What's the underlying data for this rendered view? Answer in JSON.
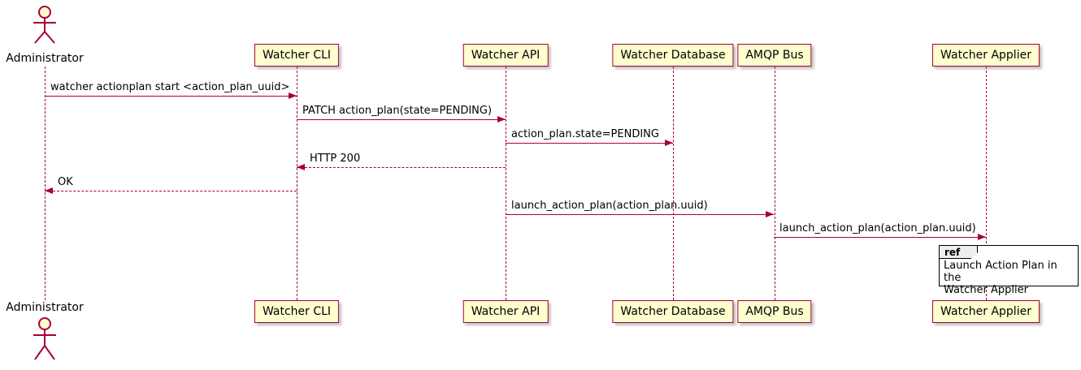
{
  "diagram": {
    "type": "sequence",
    "colors": {
      "box_fill": "#FEFECE",
      "border": "#A80036",
      "text": "#000000"
    },
    "actor": {
      "name": "Administrator"
    },
    "participants": [
      {
        "name": "Watcher CLI"
      },
      {
        "name": "Watcher API"
      },
      {
        "name": "Watcher Database"
      },
      {
        "name": "AMQP Bus"
      },
      {
        "name": "Watcher Applier"
      }
    ],
    "messages": [
      {
        "from": "Administrator",
        "to": "Watcher CLI",
        "label": "watcher actionplan start <action_plan_uuid>",
        "style": "solid"
      },
      {
        "from": "Watcher CLI",
        "to": "Watcher API",
        "label": "PATCH action_plan(state=PENDING)",
        "style": "solid"
      },
      {
        "from": "Watcher API",
        "to": "Watcher Database",
        "label": "action_plan.state=PENDING",
        "style": "solid"
      },
      {
        "from": "Watcher API",
        "to": "Watcher CLI",
        "label": "HTTP 200",
        "style": "dashed"
      },
      {
        "from": "Watcher CLI",
        "to": "Administrator",
        "label": "OK",
        "style": "dashed"
      },
      {
        "from": "Watcher API",
        "to": "AMQP Bus",
        "label": "launch_action_plan(action_plan.uuid)",
        "style": "solid"
      },
      {
        "from": "AMQP Bus",
        "to": "Watcher Applier",
        "label": "launch_action_plan(action_plan.uuid)",
        "style": "solid"
      }
    ],
    "ref": {
      "keyword": "ref",
      "text": "Launch Action Plan in the\nWatcher Applier"
    }
  }
}
